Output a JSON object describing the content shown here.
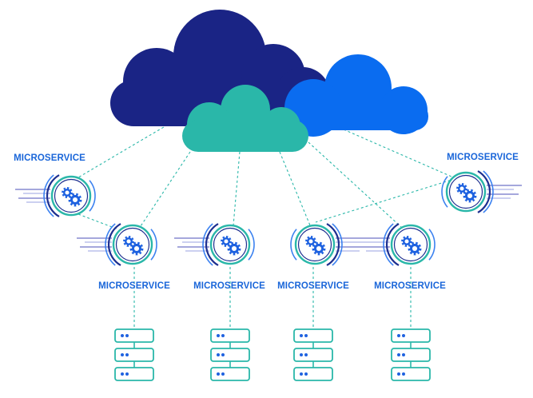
{
  "colors": {
    "navy_cloud": "#1a2485",
    "blue_cloud": "#0a6cf0",
    "teal_cloud": "#2ab7a9",
    "label_blue": "#1a66d9",
    "connector_teal": "#2ab7a9",
    "gear_blue": "#1f62e0",
    "arc_navy": "#1d2f8f",
    "arc_blue": "#3c82f0",
    "server_outline": "#2ab7a9",
    "server_dot": "#1f62e0"
  },
  "icons": [
    "cloud-icon",
    "gears-icon",
    "server-icon"
  ],
  "clouds": [
    {
      "name": "navy",
      "color": "#1a2485"
    },
    {
      "name": "blue",
      "color": "#0a6cf0"
    },
    {
      "name": "teal",
      "color": "#2ab7a9"
    }
  ],
  "microservices": [
    {
      "label": "MICROSERVICE",
      "has_server": false
    },
    {
      "label": "MICROSERVICE",
      "has_server": false
    },
    {
      "label": "MICROSERVICE",
      "has_server": true
    },
    {
      "label": "MICROSERVICE",
      "has_server": true
    },
    {
      "label": "MICROSERVICE",
      "has_server": true
    },
    {
      "label": "MICROSERVICE",
      "has_server": true
    }
  ]
}
